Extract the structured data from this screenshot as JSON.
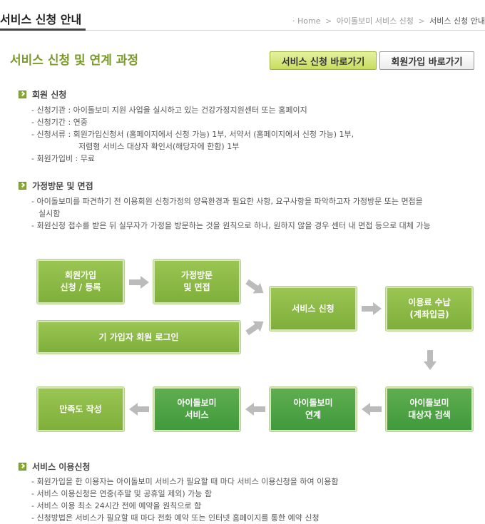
{
  "header": {
    "title": "서비스 신청 안내",
    "breadcrumb": [
      "Home",
      "아이돌보미 서비스 신청",
      "서비스 신청 안내"
    ]
  },
  "section": {
    "title": "서비스 신청 및 연계 과정",
    "apply_button": "서비스 신청 바로가기",
    "join_button": "회원가입 바로가기"
  },
  "membership": {
    "heading": "회원 신청",
    "items": [
      "- 신청기관 : 아이돌보미 지원 사업을 실시하고 있는 건강가정지원센터 또는 홈페이지",
      "- 신청기간 : 연중",
      "- 신청서류 : 회원가입신청서 (홈페이지에서 신청 가능) 1부, 서약서 (홈페이지에서 신청 가능) 1부,",
      "저렴형 서비스 대상자 확인서(해당자에 한함) 1부",
      "- 회원가입비 : 무료"
    ]
  },
  "visit": {
    "heading": "가정방문 및 면접",
    "items": [
      "- 아이돌보미를 파견하기 전 이용회원 신청가정의 양육환경과 필요한 사항, 요구사항을 파악하고자 가정방문 또는 면접을",
      "실시함",
      "- 회원신청 접수를 받은 뒤 실무자가 가정을 방문하는 것을 원칙으로 하나, 원하지 않을 경우 센터 내 면접 등으로 대체 가능"
    ]
  },
  "flow": {
    "step1a": "회원가입",
    "step1b": "신청 / 등록",
    "step2a": "가정방문",
    "step2b": "및 면접",
    "login": "기 가입자 회원 로그인",
    "service_apply": "서비스 신청",
    "fee_a": "이용료 수납",
    "fee_b": "(계좌입금)",
    "search_a": "아이돌보미",
    "search_b": "대상자 검색",
    "link_a": "아이돌보미",
    "link_b": "연계",
    "service_a": "아이돌보미",
    "service_b": "서비스",
    "survey": "만족도 작성",
    "colors": {
      "light_green": "#8cbb45",
      "dark_green": "#4fa446",
      "arrow_gray": "#bbbbbb"
    }
  },
  "usage": {
    "heading": "서비스 이용신청",
    "items": [
      "- 회원가입을 한 이용자는 아이돌보미 서비스가 필요할 때 마다 서비스 이용신청을 하여 이용함",
      "- 서비스 이용신청은 연중(주말 및 공휴일 제외) 가능 함",
      "- 서비스 이용 최소 24시간 전에 예약을 원칙으로 함",
      "- 신청방법은 서비스가 필요할 때 마다 전화 예약 또는 인터넷 홈페이지를 통한 예약 신청"
    ]
  }
}
